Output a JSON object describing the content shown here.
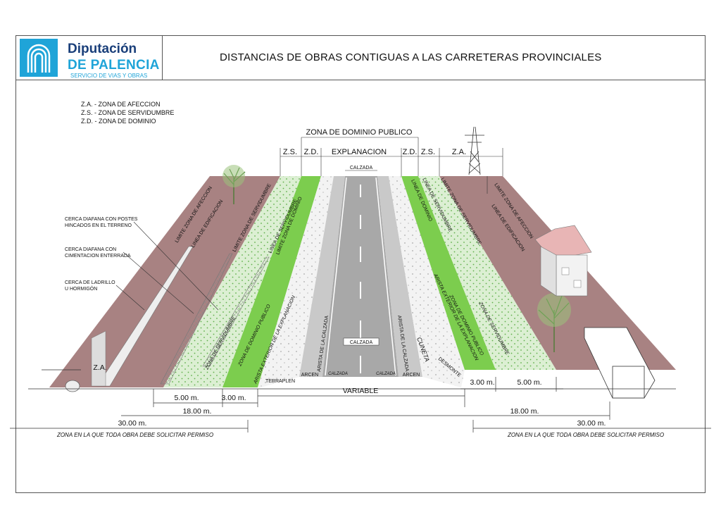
{
  "header": {
    "org_name_line1": "Diputación",
    "org_name_line2": "DE PALENCIA",
    "org_service": "SERVICIO DE VIAS Y OBRAS",
    "title": "DISTANCIAS DE OBRAS CONTIGUAS A LAS CARRETERAS PROVINCIALES"
  },
  "legend": {
    "za": "Z.A. - ZONA DE AFECCION",
    "zs": "Z.S. - ZONA DE SERVIDUMBRE",
    "zd": "Z.D. - ZONA DE DOMINIO"
  },
  "callouts": {
    "fence_posts_1": "CERCA DIAFANA CON POSTES",
    "fence_posts_2": "HINCADOS EN EL TERRENO",
    "fence_found_1": "CERCA DIAFANA CON",
    "fence_found_2": "CIMENTACION ENTERRADA",
    "fence_brick_1": "CERCA DE LADRILLO",
    "fence_brick_2": "U HORMIGÓN"
  },
  "top_labels": {
    "dominio_publico": "ZONA DE DOMINIO PUBLICO",
    "zs": "Z.S.",
    "zd": "Z.D.",
    "explanacion": "EXPLANACION",
    "za": "Z.A.",
    "calzada": "CALZADA"
  },
  "road_labels": {
    "calzada_bottom": "CALZADA",
    "calzada_italic": "CALZADA",
    "arcen": "ARCEN",
    "terraplen": "TERRAPLEN",
    "desmonte": "DESMONTE",
    "cuneta": "CUNETA",
    "arista_calzada": "ARISTA DE LA CALZADA"
  },
  "line_labels": {
    "limite_afeccion": "LIMITE ZONA DE AFECCION",
    "linea_edificacion": "LINEA DE EDIFICACION",
    "linea_edificacion_2": "LINEA DE EDIFICACION",
    "limite_servidumbre": "LIMITE ZONA DE SERVIDUMBRE",
    "linea_servidumbre": "LINEA DE SERVIDUMBRE",
    "limite_dominio": "LIMITE ZONA DE DOMINIO",
    "linea_dominio": "LINEA DE DOMINIO",
    "zona_servidumbre": "ZONA DE SERVIDUMBRE",
    "zona_dominio": "ZONA DE DOMINIO PUBLICO",
    "arista_exterior": "ARISTA EXTERIOR DE LA EXPLANACION"
  },
  "dimensions": {
    "za_left": "Z.A.",
    "d5_left": "5.00 m.",
    "d3_left": "3.00 m.",
    "d18_left": "18.00 m.",
    "d30_left": "30.00 m.",
    "variable": "VARIABLE",
    "d3_right": "3.00 m.",
    "d5_right": "5.00 m.",
    "d18_right": "18.00 m.",
    "d30_right": "30.00 m.",
    "permit_left": "ZONA EN LA QUE TODA OBRA DEBE SOLICITAR PERMISO",
    "permit_right": "ZONA EN LA QUE TODA OBRA DEBE SOLICITAR PERMISO"
  },
  "colors": {
    "affection": "#a88282",
    "servitude": "#d9ecd0",
    "dominio": "#7ccd4e",
    "embankment": "#f2f2f2",
    "shoulder": "#c9c9c9",
    "road": "#a8a8a8",
    "brand_blue": "#1fa4d8",
    "brand_navy": "#1a3f7a"
  }
}
